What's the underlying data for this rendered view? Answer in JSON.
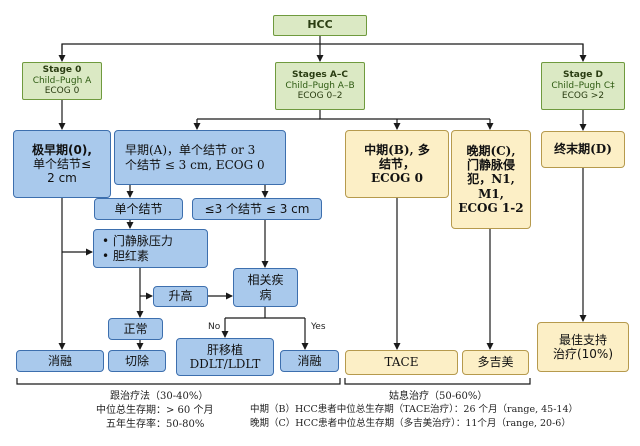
{
  "root": "HCC",
  "stages": {
    "s0": {
      "title": "Stage 0",
      "child": "Child–Pugh A",
      "ecog": "ECOG 0"
    },
    "sac": {
      "title": "Stages A–C",
      "child": "Child–Pugh A–B",
      "ecog": "ECOG 0–2"
    },
    "sd": {
      "title": "Stage D",
      "child": "Child–Pugh C‡",
      "ecog": "ECOG >2"
    }
  },
  "very_early": {
    "l1": "极早期(0),",
    "l2": "单个结节≤",
    "l3": "2 cm"
  },
  "early": {
    "l1": "早期(A)，单个结节 or 3",
    "l2": "个结节 ≤ 3 cm, ECOG 0"
  },
  "intermediate": {
    "l1": "中期(B), 多",
    "l2": "结节，",
    "l3": "ECOG 0"
  },
  "advanced": {
    "l1": "晚期(C),",
    "l2": "门静脉侵",
    "l3": "犯，N1,",
    "l4": "M1,",
    "l5": "ECOG 1-2"
  },
  "terminal": {
    "label": "终末期(D)"
  },
  "single_nodule": "单个结节",
  "three_nodules": "≤3 个结节 ≤ 3 cm",
  "pv_items": [
    "门静脉压力",
    "胆红素"
  ],
  "elevated": "升高",
  "related_disease": {
    "l1": "相关疾",
    "l2": "病"
  },
  "normal": "正常",
  "no_label": "No",
  "yes_label": "Yes",
  "ablation_left": "消融",
  "resection": "切除",
  "transplant": {
    "l1": "肝移植",
    "l2": "DDLT/LDLT"
  },
  "ablation_right": "消融",
  "tace": "TACE",
  "sorafenib": "多吉美",
  "best_support": {
    "l1": "最佳支持",
    "l2": "治疗(10%)"
  },
  "footer": {
    "curative_title": "跟治疗法（30-40%）",
    "curative_median": "中位总生存期：> 60 个月",
    "curative_5yr": "五年生存率：50-80%",
    "palliative_title": "姑息治疗（50-60%）",
    "palliative_b": "中期（B）HCC患者中位总生存期（TACE治疗）：26 个月（range, 45-14）",
    "palliative_c": "晚期（C）HCC患者中位总生存期（多吉美治疗）：11个月（range, 20-6）"
  },
  "colors": {
    "green_fill": "#dbe9c4",
    "blue_fill": "#a9c9ec",
    "yellow_fill": "#fcefc6",
    "line": "#1a1a1a"
  }
}
